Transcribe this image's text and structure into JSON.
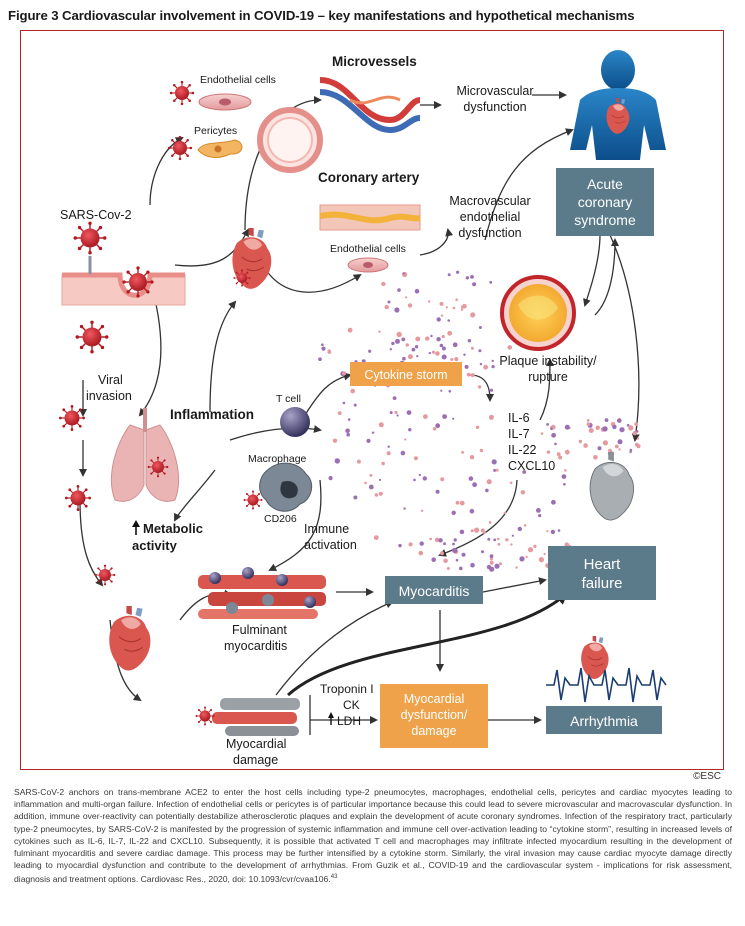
{
  "figure": {
    "title": "Figure 3 Cardiovascular involvement in COVID-19 – key manifestations and hypothetical mechanisms",
    "copyright": "©ESC",
    "caption_text": "SARS-CoV-2 anchors on trans-membrane ACE2 to enter the host cells including type-2 pneumocytes, macrophages, endothelial cells, pericytes and cardiac myocytes leading to inflammation and multi-organ failure. Infection of endothelial cells or pericytes is of particular importance because this could lead to severe microvascular and macrovascular dysfunction. In addition, immune over-reactivity can potentially destabilize atherosclerotic plaques and explain the development of acute coronary syndromes. Infection of the respiratory tract, particularly type-2 pneumocytes, by SARS-CoV-2 is manifested by the progression of systemic inflammation and immune cell over-activation leading to “cytokine storm”, resulting in increased levels of cytokines such as IL-6, IL-7, IL-22 and CXCL10. Subsequently, it is possible that activated T cell and macrophages may infiltrate infected myocardium resulting in the development of fulminant myocarditis and severe cardiac damage. This process may be further intensified by a cytokine storm. Similarly, the viral invasion may cause cardiac myocyte damage directly leading to myocardial dysfunction and contribute to the development of arrhythmias. From Guzik et al., COVID-19 and the cardiovascular system - implications for risk assessment, diagnosis and treatment options. Cardiovasc Res., 2020, doi: 10.1093/cvr/cvaa106.",
    "caption_ref": "43"
  },
  "labels": {
    "endothelial_cells_top": "Endothelial cells",
    "pericytes": "Pericytes",
    "microvessels": "Microvessels",
    "microvascular_l1": "Microvascular",
    "microvascular_l2": "dysfunction",
    "sars": "SARS-Cov-2",
    "coronary_artery": "Coronary artery",
    "macrovascular_l1": "Macrovascular",
    "macrovascular_l2": "endothelial",
    "macrovascular_l3": "dysfunction",
    "endothelial_cells_mid": "Endothelial cells",
    "plaque_l1": "Plaque instability/",
    "plaque_l2": "rupture",
    "viral_l1": "Viral",
    "viral_l2": "invasion",
    "inflammation": "Inflammation",
    "t_cell": "T cell",
    "macrophage": "Macrophage",
    "cd206": "CD206",
    "il6": "IL-6",
    "il7": "IL-7",
    "il22": "IL-22",
    "cxcl10": "CXCL10",
    "metabolic_l1": "Metabolic",
    "metabolic_l2": "activity",
    "immune_l1": "Immune",
    "immune_l2": "activation",
    "fulminant_l1": "Fulminant",
    "fulminant_l2": "myocarditis",
    "troponin": "Troponin I",
    "ck": "CK",
    "ldh": "LDH",
    "myocardial_damage_l1": "Myocardial",
    "myocardial_damage_l2": "damage"
  },
  "boxes": {
    "acs_l1": "Acute",
    "acs_l2": "coronary",
    "acs_l3": "syndrome",
    "cytokine_storm": "Cytokine storm",
    "myocarditis": "Myocarditis",
    "heart_failure_l1": "Heart",
    "heart_failure_l2": "failure",
    "dysfunction_l1": "Myocardial",
    "dysfunction_l2": "dysfunction/",
    "dysfunction_l3": "damage",
    "arrhythmia": "Arrhythmia"
  },
  "colors": {
    "frame": "#b0262b",
    "slate_box": "#5b7b8a",
    "orange_box": "#f0a24a",
    "virus": "#c8202a",
    "cytokine_purple": "#9c6fb5",
    "cytokine_pink": "#e69aa0"
  }
}
